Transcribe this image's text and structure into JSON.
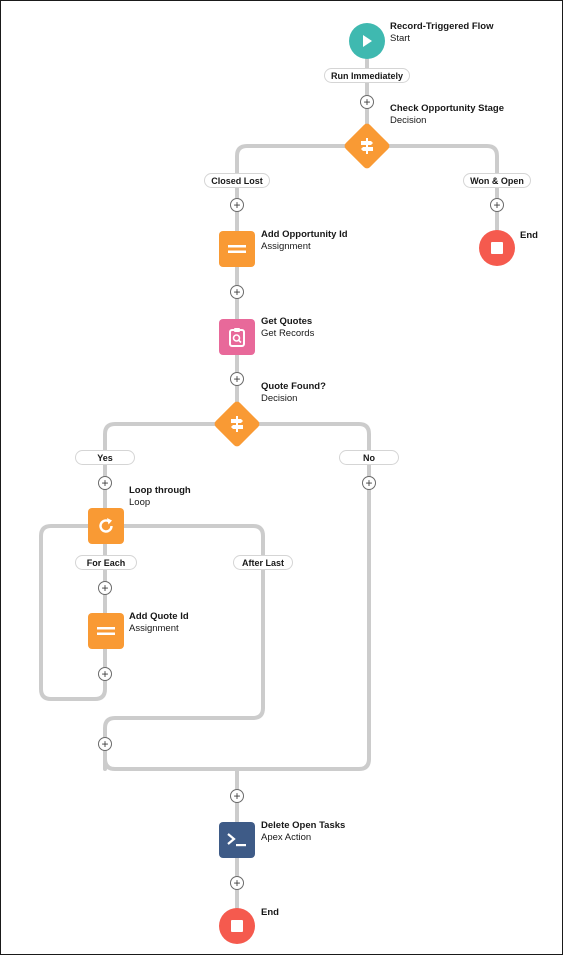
{
  "colors": {
    "connector": "#cccccc",
    "start": "#3fb9b0",
    "decision": "#f99a34",
    "assignment": "#f99a34",
    "get_records": "#e8699a",
    "loop": "#f99a34",
    "apex_action": "#3e5b87",
    "end": "#f55a4e"
  },
  "nodes": {
    "start": {
      "title": "Record-Triggered Flow",
      "subtitle": "Start",
      "icon": "play-icon"
    },
    "check_stage": {
      "title": "Check Opportunity Stage",
      "subtitle": "Decision",
      "icon": "decision-icon"
    },
    "end_won": {
      "title": "End",
      "icon": "stop-icon"
    },
    "add_opp_id": {
      "title": "Add Opportunity Id",
      "subtitle": "Assignment",
      "icon": "assignment-icon"
    },
    "get_quotes": {
      "title": "Get Quotes",
      "subtitle": "Get Records",
      "icon": "get-records-icon"
    },
    "quote_found": {
      "title": "Quote Found?",
      "subtitle": "Decision",
      "icon": "decision-icon"
    },
    "loop": {
      "title": "Loop through",
      "subtitle": "Loop",
      "icon": "loop-icon"
    },
    "add_quote_id": {
      "title": "Add Quote Id",
      "subtitle": "Assignment",
      "icon": "assignment-icon"
    },
    "delete_tasks": {
      "title": "Delete Open Tasks",
      "subtitle": "Apex Action",
      "icon": "apex-icon"
    },
    "end_final": {
      "title": "End",
      "icon": "stop-icon"
    }
  },
  "pills": {
    "run_immediately": "Run Immediately",
    "closed_lost": "Closed Lost",
    "won_open": "Won & Open",
    "yes": "Yes",
    "no": "No",
    "for_each": "For Each",
    "after_last": "After Last"
  },
  "add_symbol": "+"
}
